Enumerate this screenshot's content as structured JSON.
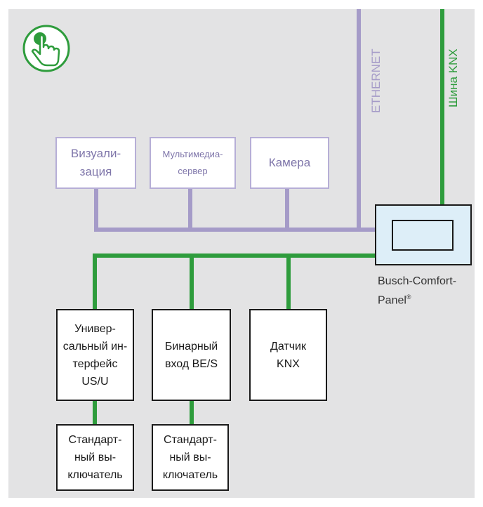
{
  "bus_labels": {
    "ethernet": "ETHERNET",
    "knx": "Шина KNX"
  },
  "visual_devices": [
    {
      "label": "Визуали-\nзация"
    },
    {
      "label": "Мультимедиа-\nсервер"
    },
    {
      "label": "Камера"
    }
  ],
  "knx_devices": [
    {
      "label": "Универ-\nсальный ин-\nтерфейс\nUS/U"
    },
    {
      "label": "Бинарный\nвход BE/S"
    },
    {
      "label": "Датчик\nKNX"
    }
  ],
  "switches": [
    {
      "label": "Стандарт-\nный вы-\nключатель"
    },
    {
      "label": "Стандарт-\nный вы-\nключатель"
    }
  ],
  "panel": {
    "label": "Busch-Comfort-\nPanel",
    "mark": "®"
  },
  "icon": "hand-touch-icon",
  "colors": {
    "ethernet_line": "#a59bc8",
    "knx_line": "#2e9c3c",
    "background": "#e3e3e4",
    "panel_fill": "#ddeef8"
  }
}
